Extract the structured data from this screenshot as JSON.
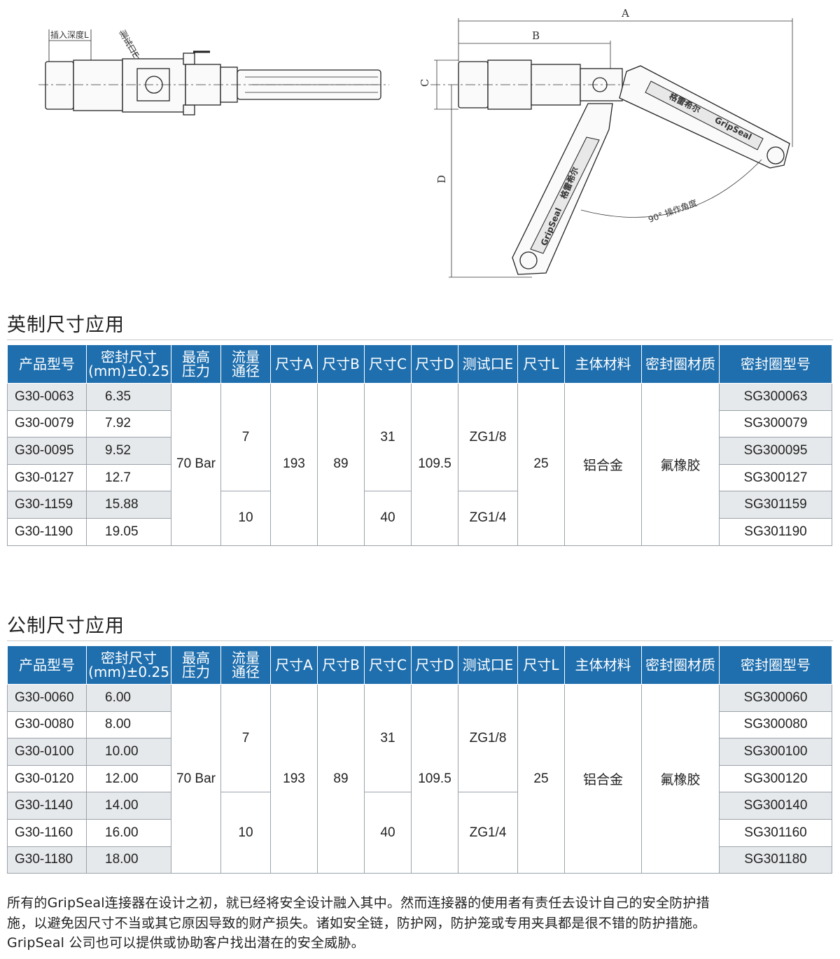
{
  "drawing": {
    "label_insert_depth": "插入深度L",
    "label_test_port": "测试口E",
    "dim_a": "A",
    "dim_b": "B",
    "dim_c": "C",
    "dim_d": "D",
    "angle_label": "90° 操作角度",
    "handle_brand_cn": "格雷希尔",
    "handle_brand_en": "GripSeal"
  },
  "headers": [
    "产品型号",
    "密封尺寸 (mm)±0.25",
    "最高 压力",
    "流量 通径",
    "尺寸A",
    "尺寸B",
    "尺寸C",
    "尺寸D",
    "测试口E",
    "尺寸L",
    "主体材料",
    "密封圈材质",
    "密封圈型号"
  ],
  "header_lines": {
    "model": "产品型号",
    "seal_size_1": "密封尺寸",
    "seal_size_2": "(mm)±0.25",
    "pressure_1": "最高",
    "pressure_2": "压力",
    "flow_1": "流量",
    "flow_2": "通径",
    "dim_a": "尺寸A",
    "dim_b": "尺寸B",
    "dim_c": "尺寸C",
    "dim_d": "尺寸D",
    "test_port": "测试口E",
    "dim_l": "尺寸L",
    "body_material": "主体材料",
    "seal_material": "密封圈材质",
    "seal_model": "密封圈型号"
  },
  "imperial": {
    "title": "英制尺寸应用",
    "rows": [
      {
        "model": "G30-0063",
        "size": "6.35",
        "seal": "SG300063"
      },
      {
        "model": "G30-0079",
        "size": "7.92",
        "seal": "SG300079"
      },
      {
        "model": "G30-0095",
        "size": "9.52",
        "seal": "SG300095"
      },
      {
        "model": "G30-0127",
        "size": "12.7",
        "seal": "SG300127"
      },
      {
        "model": "G30-1159",
        "size": "15.88",
        "seal": "SG301159"
      },
      {
        "model": "G30-1190",
        "size": "19.05",
        "seal": "SG301190"
      }
    ],
    "pressure": "70 Bar",
    "flow_small": "7",
    "flow_large": "10",
    "dim_a": "193",
    "dim_b": "89",
    "dim_c_small": "31",
    "dim_c_large": "40",
    "dim_d": "109.5",
    "port_small": "ZG1/8",
    "port_large": "ZG1/4",
    "dim_l": "25",
    "body_material": "铝合金",
    "seal_material": "氟橡胶"
  },
  "metric": {
    "title": "公制尺寸应用",
    "rows": [
      {
        "model": "G30-0060",
        "size": "6.00",
        "seal": "SG300060"
      },
      {
        "model": "G30-0080",
        "size": "8.00",
        "seal": "SG300080"
      },
      {
        "model": "G30-0100",
        "size": "10.00",
        "seal": "SG300100"
      },
      {
        "model": "G30-0120",
        "size": "12.00",
        "seal": "SG300120"
      },
      {
        "model": "G30-1140",
        "size": "14.00",
        "seal": "SG300140"
      },
      {
        "model": "G30-1160",
        "size": "16.00",
        "seal": "SG301160"
      },
      {
        "model": "G30-1180",
        "size": "18.00",
        "seal": "SG301180"
      }
    ],
    "pressure": "70 Bar",
    "flow_small": "7",
    "flow_large": "10",
    "dim_a": "193",
    "dim_b": "89",
    "dim_c_small": "31",
    "dim_c_large": "40",
    "dim_d": "109.5",
    "port_small": "ZG1/8",
    "port_large": "ZG1/4",
    "dim_l": "25",
    "body_material": "铝合金",
    "seal_material": "氟橡胶"
  },
  "note": {
    "line1": "所有的GripSeal连接器在设计之初，就已经将安全设计融入其中。然而连接器的使用者有责任去设计自己的安全防护措",
    "line2": "施，以避免因尺寸不当或其它原因导致的财产损失。诸如安全链，防护网，防护笼或专用夹具都是很不错的防护措施。",
    "line3": "GripSeal 公司也可以提供或协助客户找出潜在的安全威胁。"
  },
  "colors": {
    "header_bg": "#1f6fae",
    "row_shade": "#e6e9eb"
  }
}
